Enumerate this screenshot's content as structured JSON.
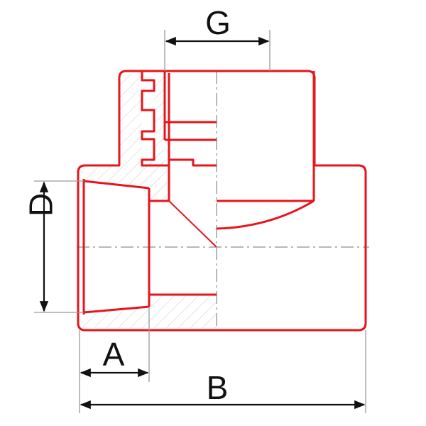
{
  "diagram": {
    "dimension_labels": {
      "G": "G",
      "D": "D",
      "A": "A",
      "B": "B"
    },
    "colors": {
      "outline": "#e8141b",
      "dimension": "#111111",
      "centerline": "#b8b8b8"
    }
  }
}
